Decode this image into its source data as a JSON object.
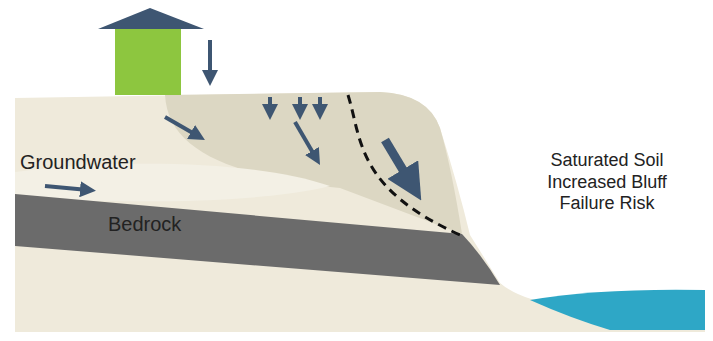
{
  "diagram": {
    "labels": [
      "Groundwater",
      "Bedrock",
      "Saturated Soil Increased Bluff Failure Risk"
    ]
  }
}
